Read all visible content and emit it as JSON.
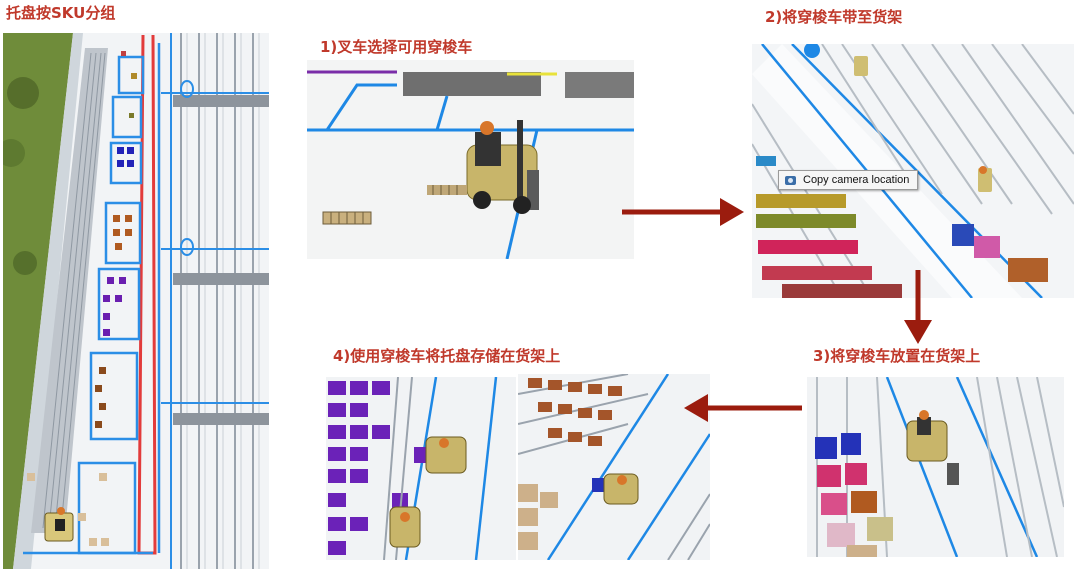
{
  "title": "托盘按SKU分组",
  "steps": [
    {
      "label": "1)叉车选择可用穿梭车"
    },
    {
      "label": "2)将穿梭车带至货架"
    },
    {
      "label": "3)将穿梭车放置在货架上"
    },
    {
      "label": "4)使用穿梭车将托盘存储在货架上"
    }
  ],
  "tooltip": {
    "text": "Copy camera location",
    "icon": "camera-icon"
  },
  "colors": {
    "label": "#c0392b",
    "arrow": "#9b1c0e",
    "floor": "#eef1f4",
    "lane": "#1e88e5",
    "rack": "#9aa3ad"
  }
}
